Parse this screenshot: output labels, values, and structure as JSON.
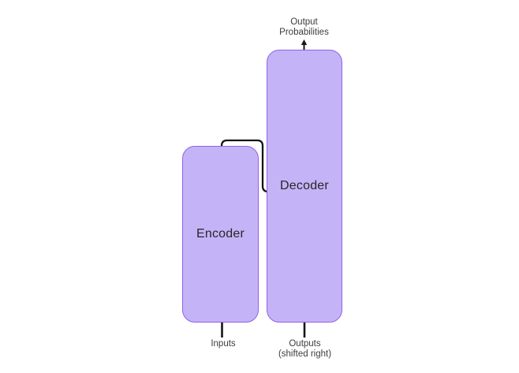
{
  "diagram": {
    "output_probabilities": {
      "line1": "Output",
      "line2": "Probabilities"
    },
    "encoder": {
      "label": "Encoder"
    },
    "decoder": {
      "label": "Decoder"
    },
    "inputs_label": "Inputs",
    "outputs_label": {
      "line1": "Outputs",
      "line2": "(shifted right)"
    }
  },
  "colors": {
    "background": "#ffffff",
    "box-fill": "#c5b3f8",
    "box-border": "#9061e6",
    "line-color": "#161616",
    "box-text-color": "#262626",
    "label-color": "#3c3c3c"
  }
}
